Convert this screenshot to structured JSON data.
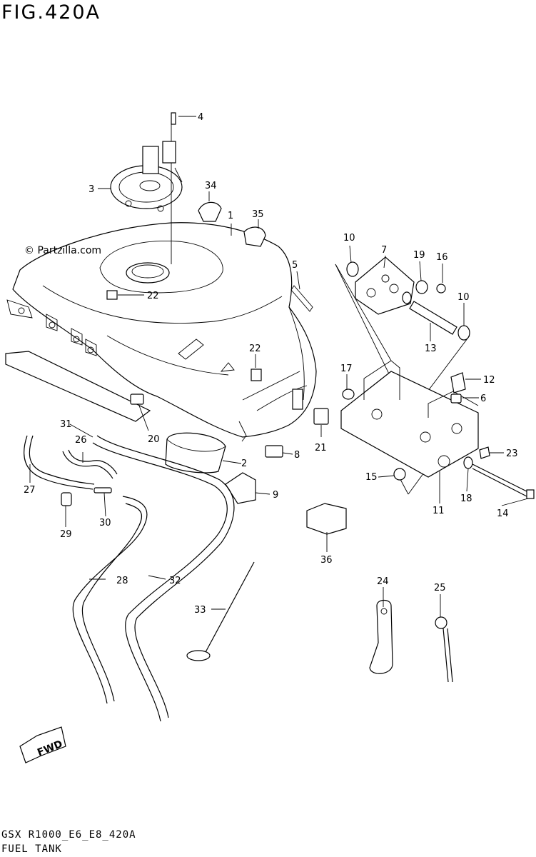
{
  "figure": {
    "title": "FIG.420A",
    "watermark": "© Partzilla.com",
    "footer_code": "GSX R1000_E6_E8_420A",
    "footer_title": "FUEL TANK",
    "fwd_label": "FWD"
  },
  "callouts": [
    {
      "id": "c1",
      "label": "1"
    },
    {
      "id": "c2",
      "label": "2"
    },
    {
      "id": "c3",
      "label": "3"
    },
    {
      "id": "c4",
      "label": "4"
    },
    {
      "id": "c5",
      "label": "5"
    },
    {
      "id": "c6",
      "label": "6"
    },
    {
      "id": "c7",
      "label": "7"
    },
    {
      "id": "c8",
      "label": "8"
    },
    {
      "id": "c9",
      "label": "9"
    },
    {
      "id": "c10a",
      "label": "10"
    },
    {
      "id": "c10b",
      "label": "10"
    },
    {
      "id": "c11",
      "label": "11"
    },
    {
      "id": "c12",
      "label": "12"
    },
    {
      "id": "c13",
      "label": "13"
    },
    {
      "id": "c14",
      "label": "14"
    },
    {
      "id": "c15",
      "label": "15"
    },
    {
      "id": "c16",
      "label": "16"
    },
    {
      "id": "c17",
      "label": "17"
    },
    {
      "id": "c18",
      "label": "18"
    },
    {
      "id": "c19",
      "label": "19"
    },
    {
      "id": "c20",
      "label": "20"
    },
    {
      "id": "c21",
      "label": "21"
    },
    {
      "id": "c22a",
      "label": "22"
    },
    {
      "id": "c22b",
      "label": "22"
    },
    {
      "id": "c23",
      "label": "23"
    },
    {
      "id": "c24",
      "label": "24"
    },
    {
      "id": "c25",
      "label": "25"
    },
    {
      "id": "c26",
      "label": "26"
    },
    {
      "id": "c27",
      "label": "27"
    },
    {
      "id": "c28",
      "label": "28"
    },
    {
      "id": "c29",
      "label": "29"
    },
    {
      "id": "c30",
      "label": "30"
    },
    {
      "id": "c31",
      "label": "31"
    },
    {
      "id": "c32",
      "label": "32"
    },
    {
      "id": "c33",
      "label": "33"
    },
    {
      "id": "c34",
      "label": "34"
    },
    {
      "id": "c35",
      "label": "35"
    },
    {
      "id": "c36",
      "label": "36"
    }
  ]
}
